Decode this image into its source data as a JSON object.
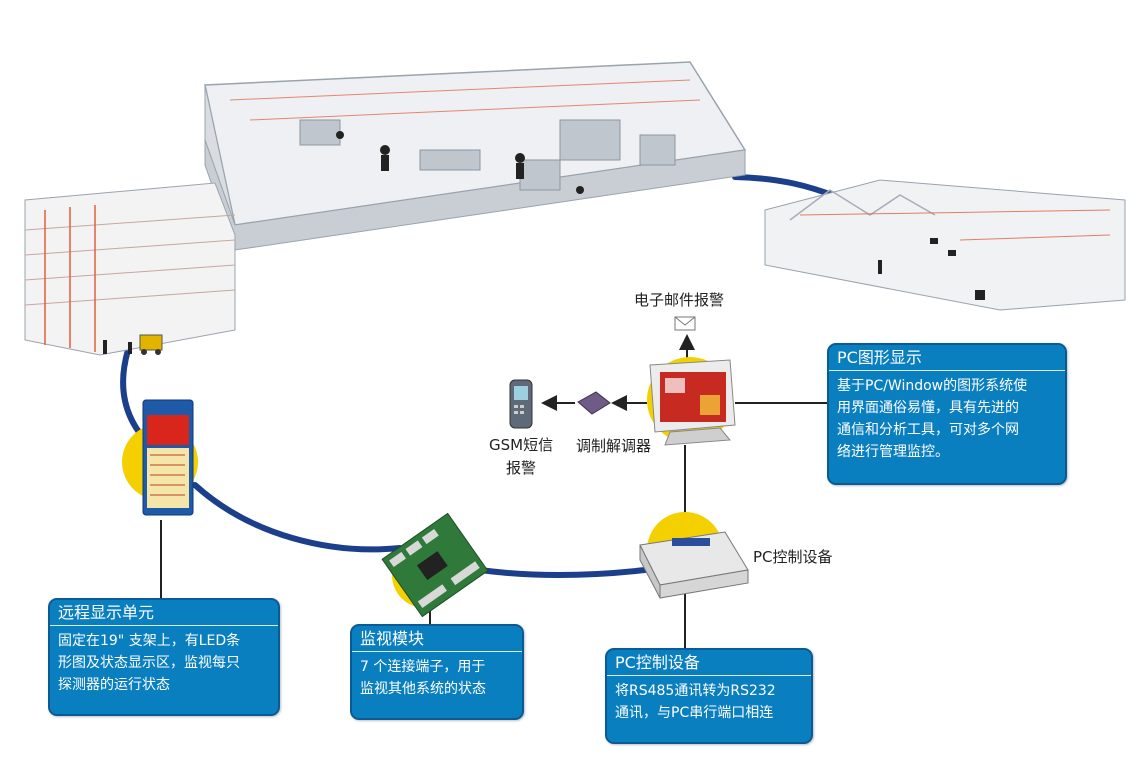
{
  "labels": {
    "email_alarm": "电子邮件报警",
    "gsm_line1": "GSM短信",
    "gsm_line2": "报警",
    "modem": "调制解调器",
    "pc_controller": "PC控制设备"
  },
  "boxes": {
    "pc_display": {
      "title": "PC图形显示",
      "lines": [
        "基于PC/Window的图形系统使",
        "用界面通俗易懂，具有先进的",
        "通信和分析工具，可对多个网",
        "络进行管理监控。"
      ]
    },
    "remote_display": {
      "title": "远程显示单元",
      "lines": [
        "固定在19\" 支架上，有LED条",
        "形图及状态显示区，监视每只",
        "探测器的运行状态"
      ]
    },
    "monitor_module": {
      "title": "监视模块",
      "lines": [
        "7 个连接端子，用于",
        "监视其他系统的状态"
      ]
    },
    "pc_controller": {
      "title": "PC控制设备",
      "lines": [
        "将RS485通讯转为RS232",
        "通讯，与PC串行端口相连"
      ]
    }
  },
  "colors": {
    "cable": "#1c3f8c",
    "highlight": "#f4d000",
    "box_fill": "#0a7fc0",
    "box_border": "#0a5a95",
    "accent_red": "#d9261c"
  },
  "icons": [
    "warehouse-rack-icon",
    "office-building-icon",
    "hall-building-icon",
    "forklift-icon",
    "remote-display-unit-icon",
    "monitor-module-board-icon",
    "pc-controller-device-icon",
    "pc-monitor-icon",
    "modem-icon",
    "gsm-phone-icon",
    "email-envelope-icon"
  ]
}
